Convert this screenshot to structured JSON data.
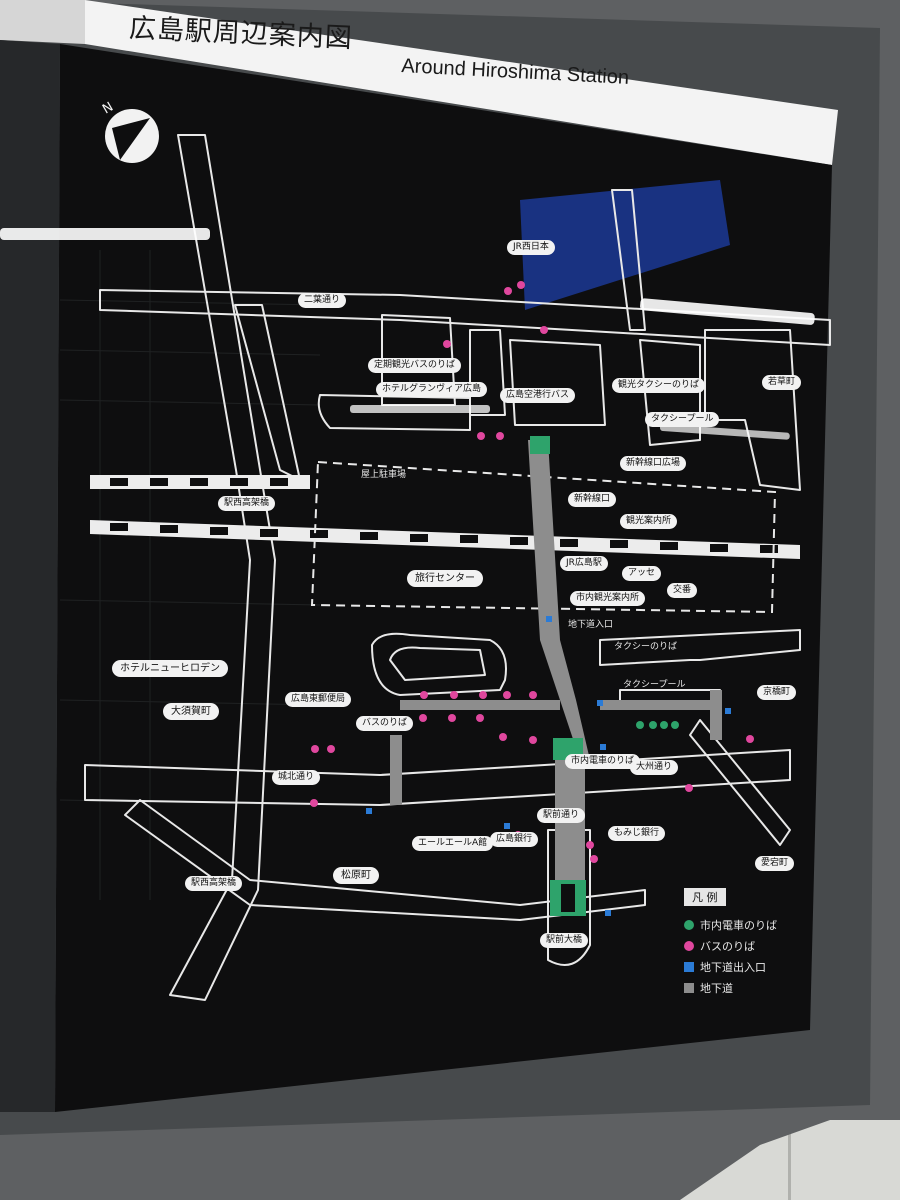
{
  "sign": {
    "title_jp": "広島駅周辺案内図",
    "title_en": "Around Hiroshima Station"
  },
  "labels": {
    "jr_west": "JR西日本",
    "futaba": "二葉通り",
    "sightseeing_bus": "定期観光バスのりば",
    "hotel_granvia": "ホテルグランヴィア広島",
    "airport_bus": "広島空港行バス",
    "taxi_stand_north": "観光タクシーのりば",
    "taxi_pool_north": "タクシープール",
    "shinkansen_gate": "新幹線口広場",
    "shinkansen_exit": "新幹線口",
    "travel_center_jp": "観光案内所",
    "rooftop_parking": "屋上駐車場",
    "ekinishi_bridge_top": "駅西高架橋",
    "jr_hiroshima": "JR広島駅",
    "travel_agency": "旅行センター",
    "asse": "アッセ",
    "koban": "交番",
    "city_info": "市内観光案内所",
    "underground_entrance": "地下道入口",
    "taxi_stand": "タクシーのりば",
    "taxi_pool": "タクシープール",
    "hotel_new_hiroden": "ホテルニューヒロデン",
    "osuga": "大須賀町",
    "post_office": "広島東郵便局",
    "bus_stop": "バスのりば",
    "matsubara_top": "京橋町",
    "tram_stop": "市内電車のりば",
    "enkou": "大州通り",
    "johoku": "城北通り",
    "ekimae": "駅前通り",
    "hiroshima_bank": "広島銀行",
    "momiji_bank": "もみじ銀行",
    "el_el": "エールエールA館",
    "matsubara": "松原町",
    "ekinishi_bridge_bottom": "駅西高架橋",
    "ekimae_ohashi": "駅前大橋",
    "wakakusa": "若草町",
    "kanon": "愛宕町"
  },
  "legend": {
    "title": "凡 例",
    "items": [
      {
        "label": "市内電車のりば",
        "color": "#2ea36b",
        "shape": "round"
      },
      {
        "label": "バスのりば",
        "color": "#e0479e",
        "shape": "round"
      },
      {
        "label": "地下道出入口",
        "color": "#2b7bd6",
        "shape": "square"
      },
      {
        "label": "地下道",
        "color": "#8d8d8d",
        "shape": "square"
      }
    ]
  },
  "colors": {
    "map_bg": "#0e0e0f",
    "road_line": "#e8e8e8",
    "bus": "#e0479e",
    "tram": "#2ea36b",
    "underground": "#2b7bd6",
    "frame": "#5d5f61"
  }
}
